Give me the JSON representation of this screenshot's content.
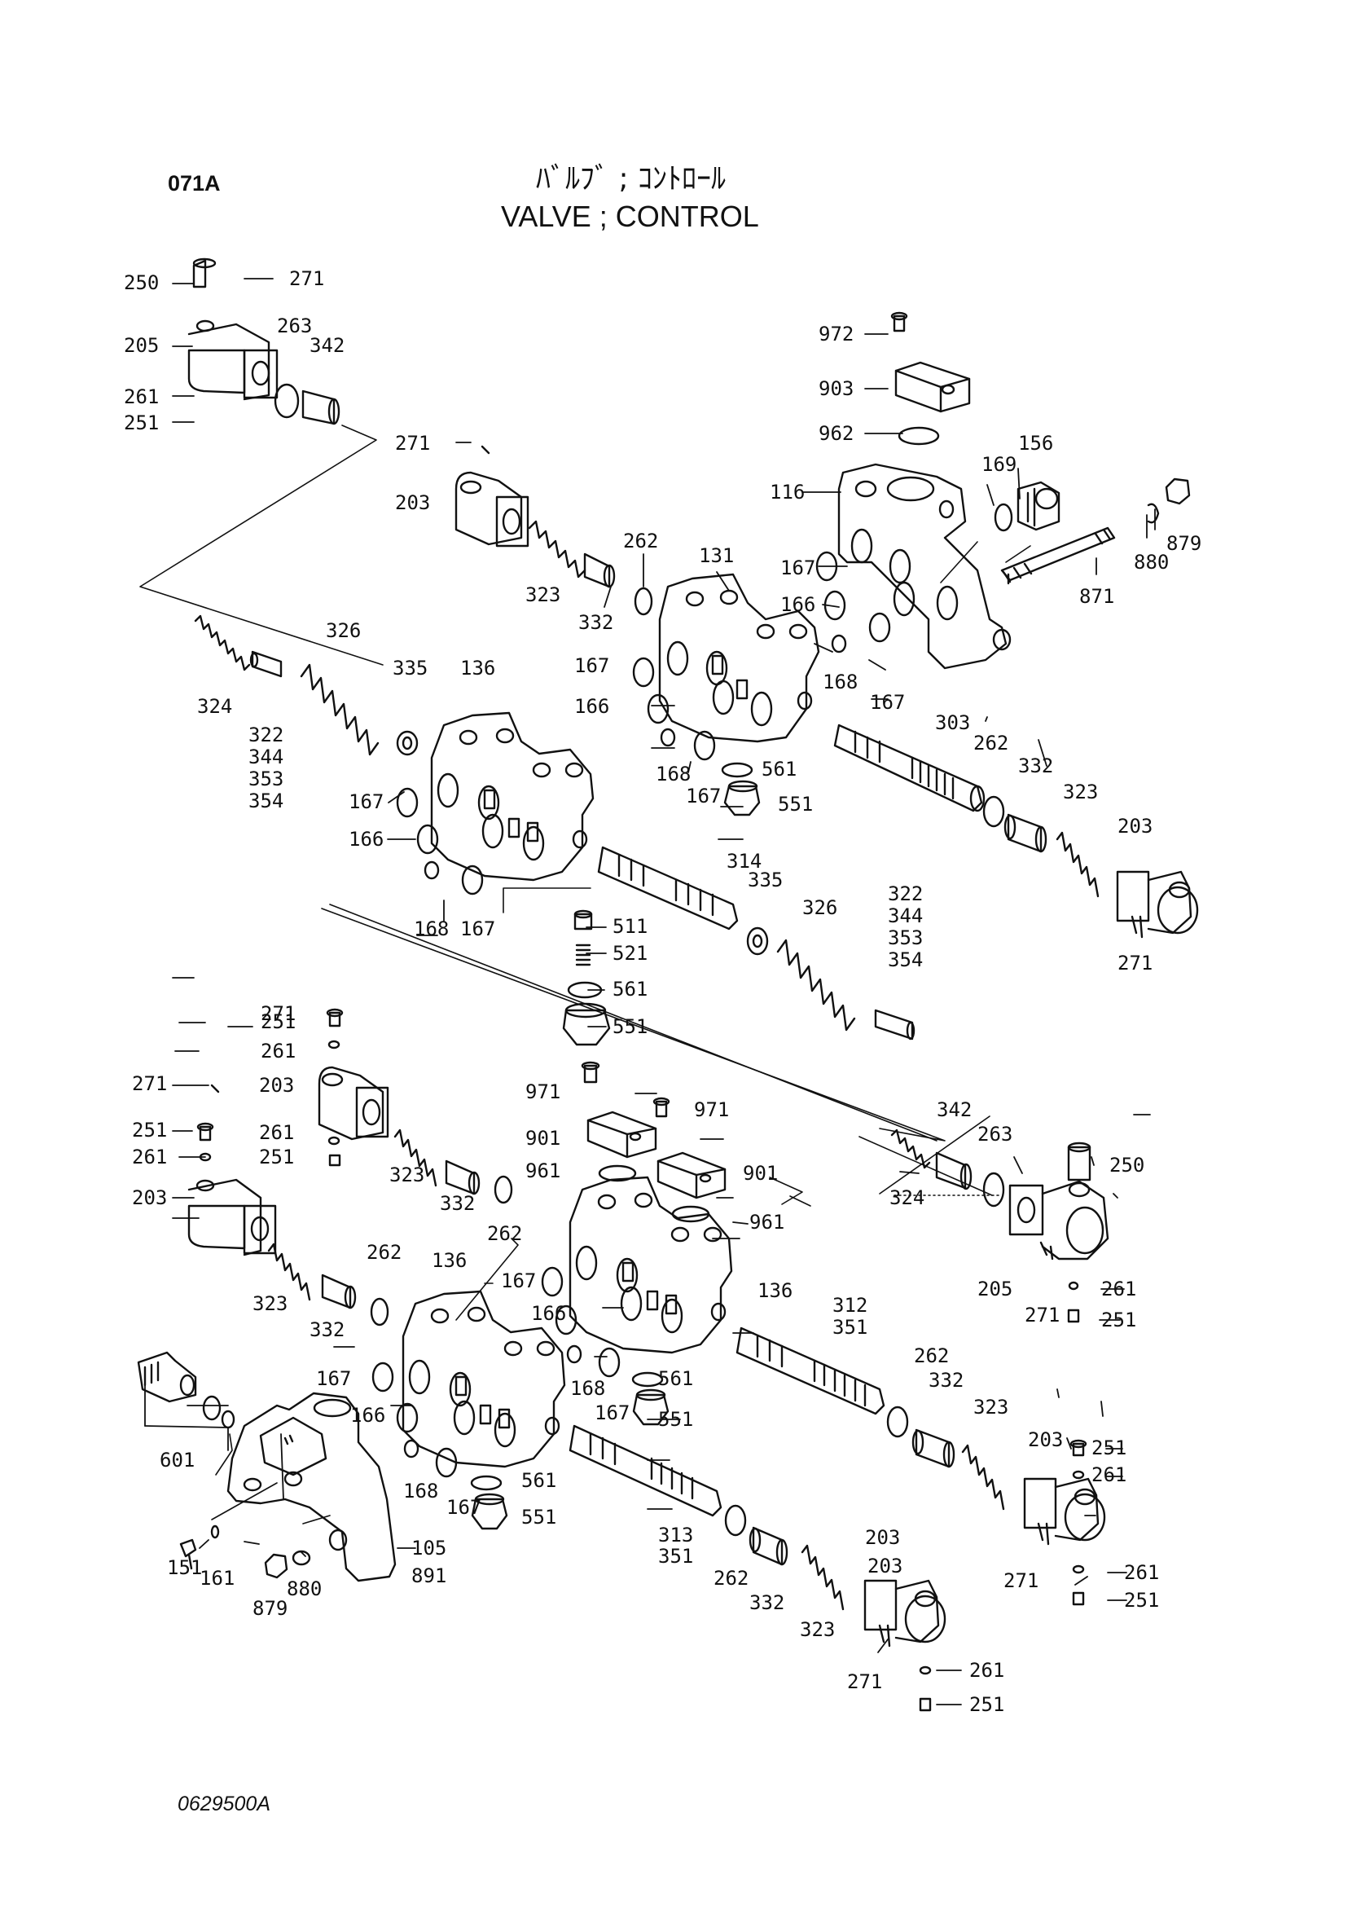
{
  "page_code": "071A",
  "title_jp": "ﾊﾞﾙﾌﾞ ; ｺﾝﾄﾛｰﾙ",
  "title_en": "VALVE ; CONTROL",
  "drawing_number": "0629500A",
  "part_labels": [
    {
      "id": "l1",
      "text": "250"
    },
    {
      "id": "l2",
      "text": "271"
    },
    {
      "id": "l3",
      "text": "205"
    },
    {
      "id": "l4",
      "text": "263"
    },
    {
      "id": "l5",
      "text": "342"
    },
    {
      "id": "l6",
      "text": "261"
    },
    {
      "id": "l7",
      "text": "251"
    },
    {
      "id": "l8",
      "text": "271"
    },
    {
      "id": "l9",
      "text": "203"
    },
    {
      "id": "l10",
      "text": "972"
    },
    {
      "id": "l11",
      "text": "903"
    },
    {
      "id": "l12",
      "text": "962"
    },
    {
      "id": "l13",
      "text": "156"
    },
    {
      "id": "l14",
      "text": "169"
    },
    {
      "id": "l15",
      "text": "116"
    },
    {
      "id": "l16",
      "text": "879"
    },
    {
      "id": "l17",
      "text": "880"
    },
    {
      "id": "l18",
      "text": "262"
    },
    {
      "id": "l19",
      "text": "131"
    },
    {
      "id": "l20",
      "text": "167"
    },
    {
      "id": "l21",
      "text": "323"
    },
    {
      "id": "l22",
      "text": "332"
    },
    {
      "id": "l23",
      "text": "166"
    },
    {
      "id": "l24",
      "text": "871"
    },
    {
      "id": "l25",
      "text": "326"
    },
    {
      "id": "l26",
      "text": "167"
    },
    {
      "id": "l27",
      "text": "168"
    },
    {
      "id": "l28",
      "text": "167"
    },
    {
      "id": "l29",
      "text": "166"
    },
    {
      "id": "l30",
      "text": "335"
    },
    {
      "id": "l31",
      "text": "136"
    },
    {
      "id": "l32",
      "text": "324"
    },
    {
      "id": "l33",
      "text": "322"
    },
    {
      "id": "l34",
      "text": "344"
    },
    {
      "id": "l35",
      "text": "353"
    },
    {
      "id": "l36",
      "text": "354"
    },
    {
      "id": "l37",
      "text": "168"
    },
    {
      "id": "l38",
      "text": "561"
    },
    {
      "id": "l39",
      "text": "167"
    },
    {
      "id": "l40",
      "text": "551"
    },
    {
      "id": "l41",
      "text": "303"
    },
    {
      "id": "l42",
      "text": "262"
    },
    {
      "id": "l43",
      "text": "332"
    },
    {
      "id": "l44",
      "text": "323"
    },
    {
      "id": "l45",
      "text": "203"
    },
    {
      "id": "l46",
      "text": "167"
    },
    {
      "id": "l47",
      "text": "166"
    },
    {
      "id": "l48",
      "text": "168"
    },
    {
      "id": "l49",
      "text": "167"
    },
    {
      "id": "l50",
      "text": "314"
    },
    {
      "id": "l51",
      "text": "335"
    },
    {
      "id": "l52",
      "text": "326"
    },
    {
      "id": "l53",
      "text": "322"
    },
    {
      "id": "l54",
      "text": "344"
    },
    {
      "id": "l55",
      "text": "353"
    },
    {
      "id": "l56",
      "text": "354"
    },
    {
      "id": "l57",
      "text": "271"
    },
    {
      "id": "l58",
      "text": "511"
    },
    {
      "id": "l59",
      "text": "521"
    },
    {
      "id": "l60",
      "text": "561"
    },
    {
      "id": "l61",
      "text": "551"
    },
    {
      "id": "l62",
      "text": "271"
    },
    {
      "id": "l63",
      "text": "251"
    },
    {
      "id": "l64",
      "text": "261"
    },
    {
      "id": "l65",
      "text": "203"
    },
    {
      "id": "l66",
      "text": "271"
    },
    {
      "id": "l67",
      "text": "971"
    },
    {
      "id": "l68",
      "text": "971"
    },
    {
      "id": "l69",
      "text": "901"
    },
    {
      "id": "l70",
      "text": "342"
    },
    {
      "id": "l71",
      "text": "251"
    },
    {
      "id": "l72",
      "text": "261"
    },
    {
      "id": "l73",
      "text": "261"
    },
    {
      "id": "l74",
      "text": "251"
    },
    {
      "id": "l75",
      "text": "263"
    },
    {
      "id": "l76",
      "text": "961"
    },
    {
      "id": "l77",
      "text": "901"
    },
    {
      "id": "l78",
      "text": "323"
    },
    {
      "id": "l79",
      "text": "332"
    },
    {
      "id": "l80",
      "text": "250"
    },
    {
      "id": "l81",
      "text": "203"
    },
    {
      "id": "l82",
      "text": "262"
    },
    {
      "id": "l83",
      "text": "961"
    },
    {
      "id": "l84",
      "text": "324"
    },
    {
      "id": "l85",
      "text": "262"
    },
    {
      "id": "l86",
      "text": "136"
    },
    {
      "id": "l87",
      "text": "167"
    },
    {
      "id": "l88",
      "text": "136"
    },
    {
      "id": "l89",
      "text": "205"
    },
    {
      "id": "l90",
      "text": "261"
    },
    {
      "id": "l91",
      "text": "323"
    },
    {
      "id": "l92",
      "text": "332"
    },
    {
      "id": "l93",
      "text": "271"
    },
    {
      "id": "l94",
      "text": "251"
    },
    {
      "id": "l95",
      "text": "166"
    },
    {
      "id": "l96",
      "text": "312"
    },
    {
      "id": "l97",
      "text": "351"
    },
    {
      "id": "l98",
      "text": "167"
    },
    {
      "id": "l99",
      "text": "561"
    },
    {
      "id": "l100",
      "text": "168"
    },
    {
      "id": "l101",
      "text": "262"
    },
    {
      "id": "l102",
      "text": "332"
    },
    {
      "id": "l103",
      "text": "166"
    },
    {
      "id": "l104",
      "text": "167"
    },
    {
      "id": "l105",
      "text": "551"
    },
    {
      "id": "l106",
      "text": "323"
    },
    {
      "id": "l107",
      "text": "601"
    },
    {
      "id": "l108",
      "text": "203"
    },
    {
      "id": "l109",
      "text": "251"
    },
    {
      "id": "l110",
      "text": "261"
    },
    {
      "id": "l111",
      "text": "168"
    },
    {
      "id": "l112",
      "text": "167"
    },
    {
      "id": "l113",
      "text": "561"
    },
    {
      "id": "l114",
      "text": "551"
    },
    {
      "id": "l115",
      "text": "105"
    },
    {
      "id": "l116",
      "text": "891"
    },
    {
      "id": "l117",
      "text": "313"
    },
    {
      "id": "l118",
      "text": "351"
    },
    {
      "id": "l119",
      "text": "262"
    },
    {
      "id": "l120",
      "text": "203"
    },
    {
      "id": "l121",
      "text": "271"
    },
    {
      "id": "l122",
      "text": "261"
    },
    {
      "id": "l123",
      "text": "251"
    },
    {
      "id": "l124",
      "text": "151"
    },
    {
      "id": "l125",
      "text": "161"
    },
    {
      "id": "l126",
      "text": "879"
    },
    {
      "id": "l127",
      "text": "880"
    },
    {
      "id": "l128",
      "text": "332"
    },
    {
      "id": "l129",
      "text": "323"
    },
    {
      "id": "l130",
      "text": "203"
    },
    {
      "id": "l131",
      "text": "271"
    },
    {
      "id": "l132",
      "text": "261"
    },
    {
      "id": "l133",
      "text": "251"
    }
  ]
}
